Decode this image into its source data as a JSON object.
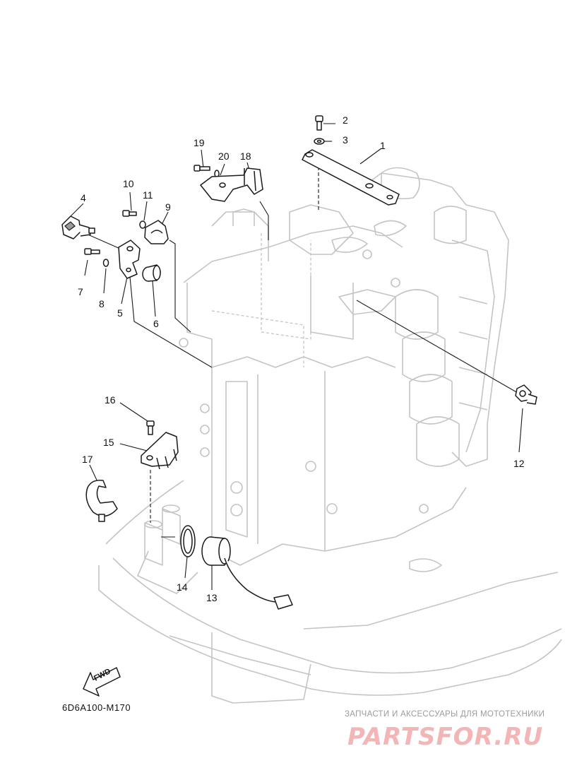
{
  "diagram": {
    "code": "6D6A100-M170",
    "fwd_label": "FWD",
    "callouts": [
      "1",
      "2",
      "3",
      "4",
      "5",
      "6",
      "7",
      "8",
      "9",
      "10",
      "11",
      "12",
      "13",
      "14",
      "15",
      "16",
      "17",
      "18",
      "19",
      "20"
    ]
  },
  "watermark": {
    "caption": "ЗАПЧАСТИ И АКСЕССУАРЫ ДЛЯ МОТОТЕХНИКИ",
    "logo": "PARTSFOR.RU",
    "logo_color": "#f3b5b5"
  }
}
